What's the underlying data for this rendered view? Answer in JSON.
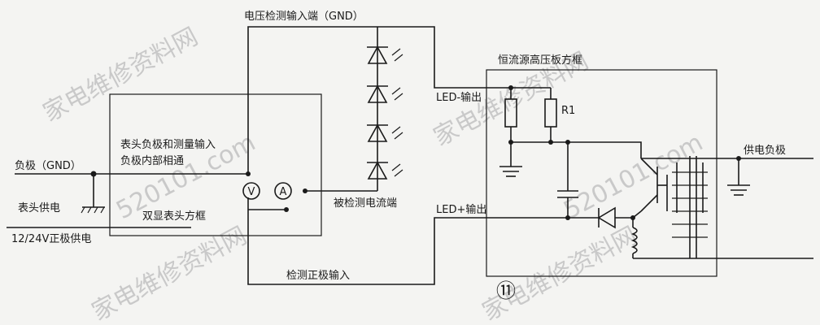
{
  "labels": {
    "voltage_input": "电压检测输入端（GND）",
    "psu_box": "恒流源高压板方框",
    "led_minus": "LED-输出",
    "led_plus": "LED+输出",
    "r1": "R1",
    "supply_negative": "供电负极",
    "gnd_negative": "负极（GND）",
    "meter_power": "表头供电",
    "positive_supply": "12/24V正极供电",
    "meter_internal_line1": "表头负极和测量输入",
    "meter_internal_line2": "负极内部相通",
    "dual_meter_box": "双显表头方框",
    "current_detect": "被检测电流端",
    "positive_input": "检测正极输入",
    "figure_number": "⑪",
    "voltmeter": "V",
    "ammeter": "A"
  },
  "watermarks": [
    "家电维修资料网",
    "520101.com"
  ],
  "colors": {
    "ink": "#1a1a1a",
    "paper": "#f4f4f2",
    "watermark": "#c9c9c9"
  }
}
